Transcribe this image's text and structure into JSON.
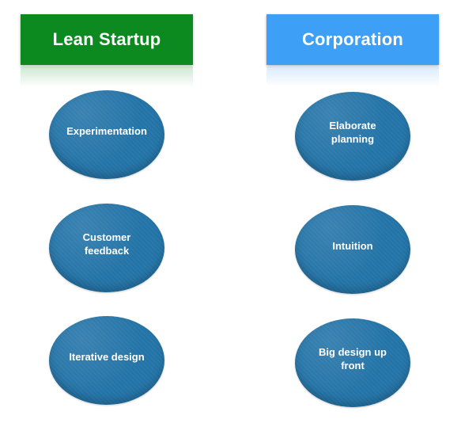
{
  "colors": {
    "left_header_bg": "#0c8a1f",
    "right_header_bg": "#3d9ff5",
    "node_fill": "#2576aa"
  },
  "columns": [
    {
      "header": "Lean Startup",
      "nodes": [
        "Experimentation",
        "Customer\nfeedback",
        "Iterative design"
      ]
    },
    {
      "header": "Corporation",
      "nodes": [
        "Elaborate\nplanning",
        "Intuition",
        "Big design up\nfront"
      ]
    }
  ]
}
